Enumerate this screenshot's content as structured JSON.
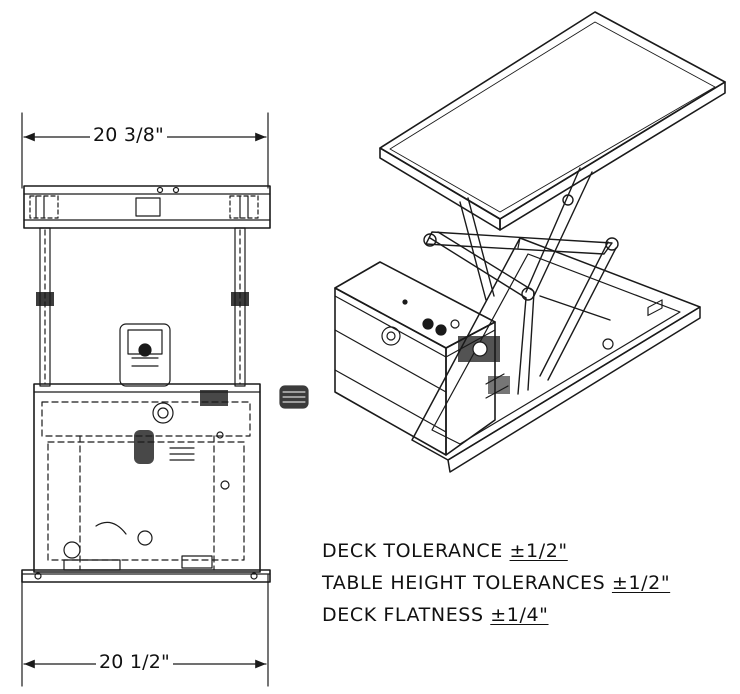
{
  "drawing": {
    "front_view": {
      "dim_top": {
        "value": "20 3/8\""
      },
      "dim_bottom": {
        "value": "20 1/2\""
      }
    },
    "isometric_view": {}
  },
  "notes": [
    {
      "label": "DECK TOLERANCE",
      "value": "±1/2\""
    },
    {
      "label": "TABLE HEIGHT TOLERANCES",
      "value": "±1/2\""
    },
    {
      "label": "DECK FLATNESS",
      "value": "±1/4\""
    }
  ],
  "colors": {
    "line": "#1a1a1a",
    "background": "#ffffff"
  }
}
